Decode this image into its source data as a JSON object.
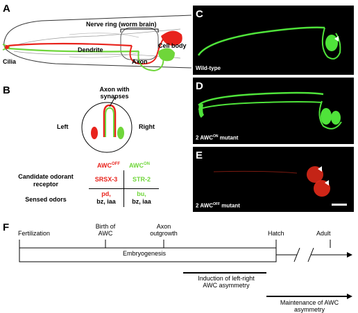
{
  "panels": {
    "a": "A",
    "b": "B",
    "c": "C",
    "d": "D",
    "e": "E",
    "f": "F"
  },
  "panel_a": {
    "nerve_ring": "Nerve ring (worm brain)",
    "dendrite": "Dendrite",
    "axon": "Axon",
    "cell_body": "Cell body",
    "cilia": "Cilia"
  },
  "panel_b": {
    "axon_synapses_1": "Axon with",
    "axon_synapses_2": "synapses",
    "left": "Left",
    "right": "Right",
    "awc_off_base": "AWC",
    "awc_off_sup": "OFF",
    "awc_on_base": "AWC",
    "awc_on_sup": "ON",
    "row1_label_1": "Candidate odorant",
    "row1_label_2": "receptor",
    "row1_off": "SRSX-3",
    "row1_on": "STR-2",
    "row2_label": "Sensed odors",
    "row2_off_1": "pd,",
    "row2_off_2": "bz, iaa",
    "row2_on_1": "bu,",
    "row2_on_2": "bz, iaa"
  },
  "micrographs": {
    "c_caption": "Wild-type",
    "d_caption_pre": "2 AWC",
    "d_caption_sup": "ON",
    "d_caption_post": " mutant",
    "e_caption_pre": "2 AWC",
    "e_caption_sup": "OFF",
    "e_caption_post": " mutant"
  },
  "panel_f": {
    "fertilization": "Fertilization",
    "birth_1": "Birth of",
    "birth_2": "AWC",
    "axon_1": "Axon",
    "axon_2": "outgrowth",
    "hatch": "Hatch",
    "adult": "Adult",
    "embryogenesis": "Embryogenesis",
    "induction_1": "Induction of left-right",
    "induction_2": "AWC asymmetry",
    "maintenance_1": "Maintenance of AWC",
    "maintenance_2": "asymmetry"
  },
  "colors": {
    "awc_off": "#e8231c",
    "awc_on": "#6fd63a",
    "fluor_green": "#4fe33a",
    "fluor_red": "#e62a1a"
  }
}
